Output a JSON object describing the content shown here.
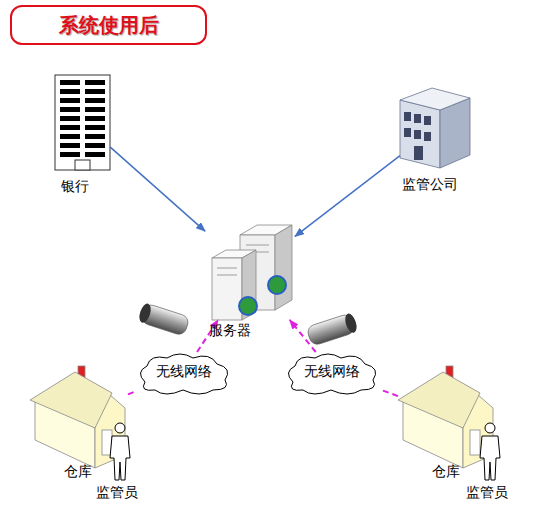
{
  "diagram": {
    "title": "系统使用后",
    "nodes": [
      {
        "text": [
          "银行"
        ]
      },
      {
        "text": [
          "监管公司"
        ]
      },
      {
        "text": [
          "服务器"
        ]
      },
      {
        "text": [
          "无线网络"
        ]
      },
      {
        "text": [
          "无线网络"
        ]
      },
      {
        "text": [
          "仓库"
        ]
      },
      {
        "text": [
          "仓库"
        ]
      }
    ],
    "edges": [
      {
        "from": 0,
        "to": 2,
        "arrow": "to"
      },
      {
        "from": 1,
        "to": 2,
        "arrow": "to"
      },
      {
        "from": 5,
        "to": 3,
        "arrow": "none"
      },
      {
        "from": 3,
        "to": 2,
        "arrow": "to"
      },
      {
        "from": 6,
        "to": 4,
        "arrow": "none"
      },
      {
        "from": 4,
        "to": 2,
        "arrow": "to"
      }
    ],
    "labels": [
      "监管员",
      "监管员"
    ]
  }
}
